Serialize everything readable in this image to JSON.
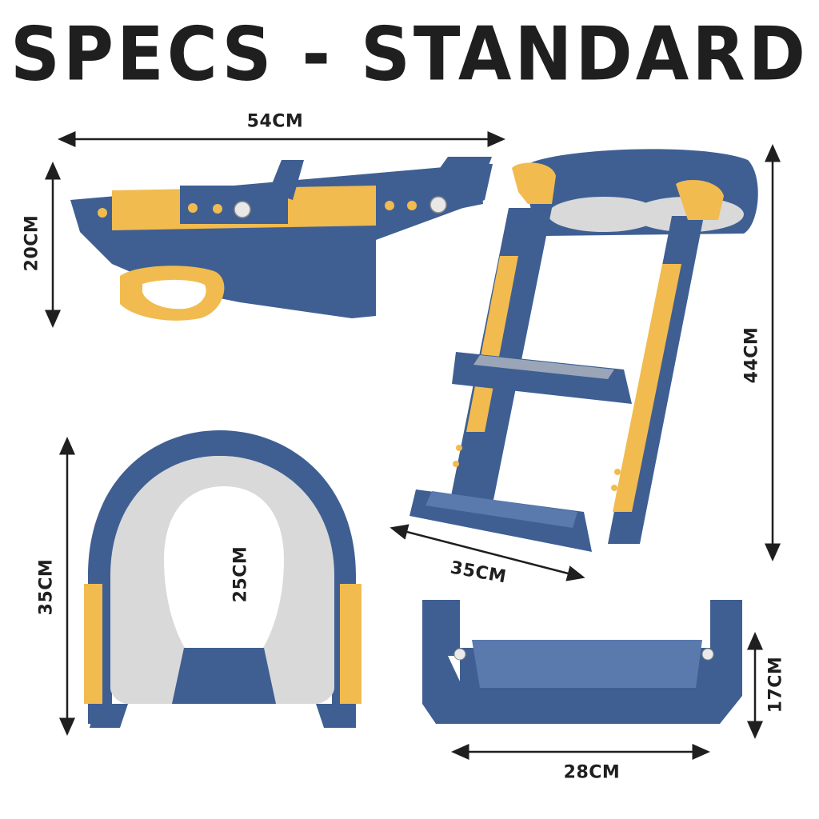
{
  "title": "SPECS - STANDARD",
  "dimensions": {
    "top_width": "54CM",
    "top_height": "20CM",
    "ladder_height": "44CM",
    "ladder_depth": "35CM",
    "seat_length": "35CM",
    "opening_length": "25CM",
    "step_height": "17CM",
    "step_width": "28CM"
  },
  "colors": {
    "blue": "#3f5f93",
    "blue_dark": "#2f4a77",
    "yellow": "#f1bb4f",
    "grey_pad": "#d9d9d9",
    "tread": "#5a7aae",
    "text": "#1f1f1f"
  }
}
